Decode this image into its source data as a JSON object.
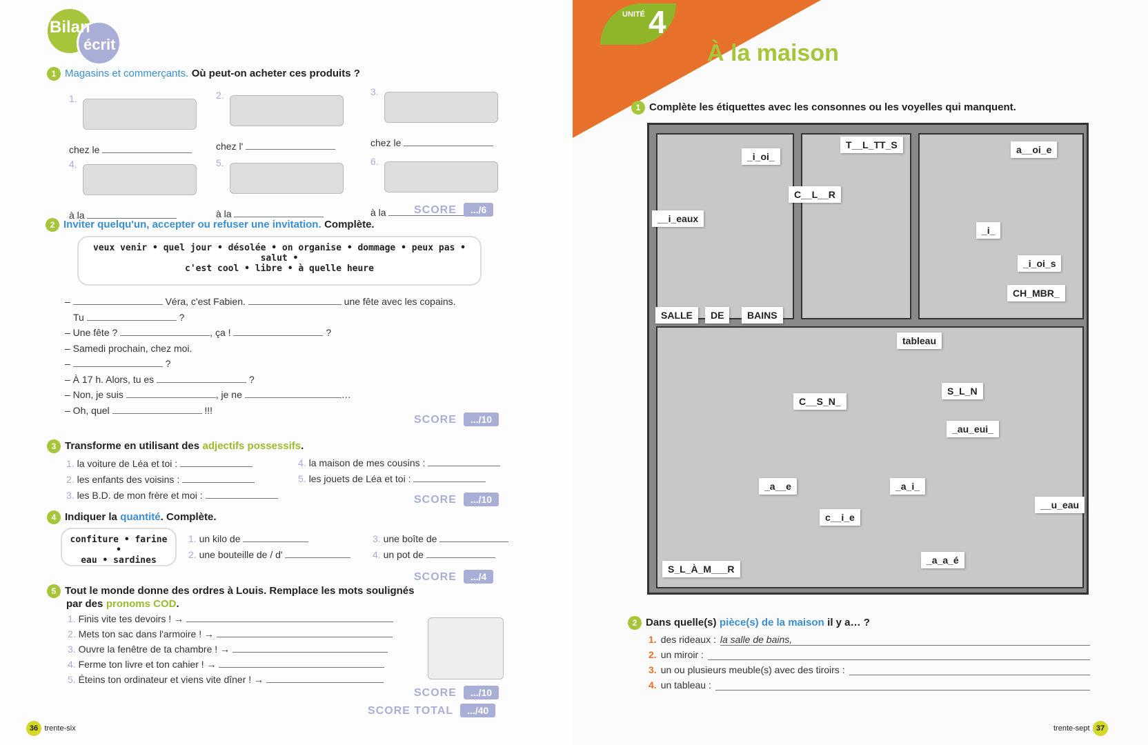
{
  "logo": {
    "word1": "Bilan",
    "word2": "écrit"
  },
  "left": {
    "ex1": {
      "num": "1",
      "topic": "Magasins et commerçants.",
      "instruction": "Où peut-on acheter ces produits ?",
      "items": [
        {
          "n": "1.",
          "prefix": "chez le"
        },
        {
          "n": "2.",
          "prefix": "chez l'"
        },
        {
          "n": "3.",
          "prefix": "chez le"
        },
        {
          "n": "4.",
          "prefix": "à la"
        },
        {
          "n": "5.",
          "prefix": "à la"
        },
        {
          "n": "6.",
          "prefix": "à la"
        }
      ],
      "score_label": "SCORE",
      "score": ".../6"
    },
    "ex2": {
      "num": "2",
      "topic": "Inviter quelqu'un, accepter ou refuser une invitation.",
      "instruction": "Complète.",
      "words1": "veux venir • quel jour • désolée • on organise • dommage • peux pas • salut •",
      "words2": "c'est cool • libre • à quelle heure",
      "lines": [
        "–",
        "Véra, c'est Fabien.",
        "une fête avec les copains.",
        "Tu",
        "?",
        "– Une fête ?",
        ", ça !",
        "?",
        "– Samedi prochain, chez moi.",
        "–",
        "?",
        "– À 17 h. Alors, tu es",
        "?",
        "– Non, je suis",
        ", je ne",
        "…",
        "– Oh, quel",
        "!!!"
      ],
      "score_label": "SCORE",
      "score": ".../10"
    },
    "ex3": {
      "num": "3",
      "instruction_a": "Transforme en utilisant des",
      "topic": "adjectifs possessifs",
      "instruction_b": ".",
      "items": [
        {
          "n": "1.",
          "t": "la voiture de Léa et toi :"
        },
        {
          "n": "2.",
          "t": "les enfants des voisins :"
        },
        {
          "n": "3.",
          "t": "les B.D. de mon frère et moi :"
        },
        {
          "n": "4.",
          "t": "la maison de mes cousins :"
        },
        {
          "n": "5.",
          "t": "les jouets de Léa et toi :"
        }
      ],
      "score_label": "SCORE",
      "score": ".../10"
    },
    "ex4": {
      "num": "4",
      "instruction_a": "Indiquer la",
      "topic": "quantité",
      "instruction_b": ". Complète.",
      "words1": "confiture • farine •",
      "words2": "eau • sardines",
      "items": [
        {
          "n": "1.",
          "t": "un kilo de"
        },
        {
          "n": "2.",
          "t": "une bouteille de / d'"
        },
        {
          "n": "3.",
          "t": "une boîte de"
        },
        {
          "n": "4.",
          "t": "un pot de"
        }
      ],
      "score_label": "SCORE",
      "score": ".../4"
    },
    "ex5": {
      "num": "5",
      "instruction": "Tout le monde donne des ordres à Louis. Remplace les mots soulignés",
      "instruction2": "par des",
      "topic": "pronoms COD",
      "items": [
        {
          "n": "1.",
          "t": "Finis vite tes devoirs ! →"
        },
        {
          "n": "2.",
          "t": "Mets ton sac dans l'armoire ! →"
        },
        {
          "n": "3.",
          "t": "Ouvre la fenêtre de ta chambre ! →"
        },
        {
          "n": "4.",
          "t": "Ferme ton livre et ton cahier ! →"
        },
        {
          "n": "5.",
          "t": "Éteins ton ordinateur et viens vite dîner ! →"
        }
      ],
      "score_label": "SCORE",
      "score": ".../10"
    },
    "total_label": "SCORE TOTAL",
    "total": ".../40",
    "page_num": "36",
    "page_word": "trente-six"
  },
  "right": {
    "unit_label": "UNITÉ",
    "unit_num": "4",
    "title": "À la maison",
    "ex1": {
      "num": "1",
      "instruction": "Complète les étiquettes avec les consonnes ou les voyelles qui manquent."
    },
    "labels": [
      "_i_oi_",
      "T__L_TT_S",
      "a__oi_e",
      "C__L__R",
      "__i_eaux",
      "_i_",
      "_i_oi_s",
      "CH_MBR_",
      "SALLE",
      "DE",
      "BAINS",
      "tableau",
      "C__S_N_",
      "S_L_N",
      "_au_eui_",
      "_a__e",
      "_a_i_",
      "c__i_e",
      "__u_eau",
      "S_L_À_M___R",
      "_a_a_é"
    ],
    "ex2": {
      "num": "2",
      "instruction_a": "Dans quelle(s)",
      "topic": "pièce(s) de la maison",
      "instruction_b": "il y a… ?",
      "items": [
        {
          "n": "1.",
          "t": "des rideaux :",
          "answer": "la salle de bains,"
        },
        {
          "n": "2.",
          "t": "un miroir :"
        },
        {
          "n": "3.",
          "t": "un ou plusieurs meuble(s) avec des tiroirs :"
        },
        {
          "n": "4.",
          "t": "un tableau :"
        }
      ]
    },
    "page_num": "37",
    "page_word": "trente-sept"
  },
  "colors": {
    "accent_blue": "#3a8fcf",
    "accent_green": "#9bbb2c",
    "orange": "#e7702a",
    "score": "#a8aed6"
  }
}
